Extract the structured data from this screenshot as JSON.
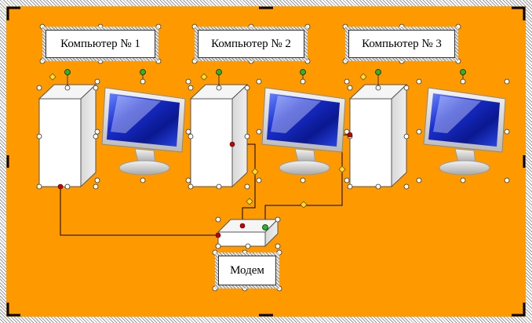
{
  "computers": [
    {
      "label": "Компьютер № 1"
    },
    {
      "label": "Компьютер № 2"
    },
    {
      "label": "Компьютер № 3"
    }
  ],
  "modem": {
    "label": "Модем"
  },
  "colors": {
    "background": "#ff9900",
    "tower": "#ffffff",
    "connector": "#000000",
    "handle_red": "#cc0000",
    "handle_green": "#22aa22",
    "handle_yellow": "#ffdd33"
  }
}
